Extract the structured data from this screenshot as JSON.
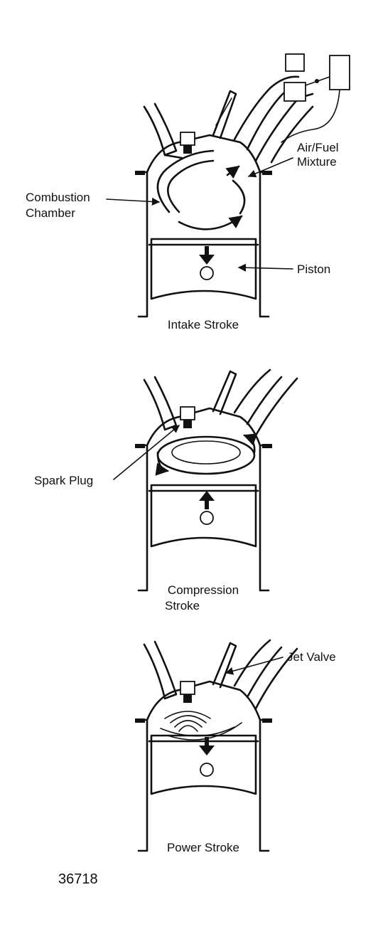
{
  "labels": {
    "air_fuel_line1": "Air/Fuel",
    "air_fuel_line2": "Mixture",
    "combustion_line1": "Combustion",
    "combustion_line2": "Chamber",
    "piston": "Piston",
    "spark_plug": "Spark Plug",
    "jet_valve": "Jet Valve"
  },
  "captions": {
    "intake": "Intake Stroke",
    "compression_line1": "Compression",
    "compression_line2": "Stroke",
    "power": "Power Stroke"
  },
  "figure_number": "36718"
}
